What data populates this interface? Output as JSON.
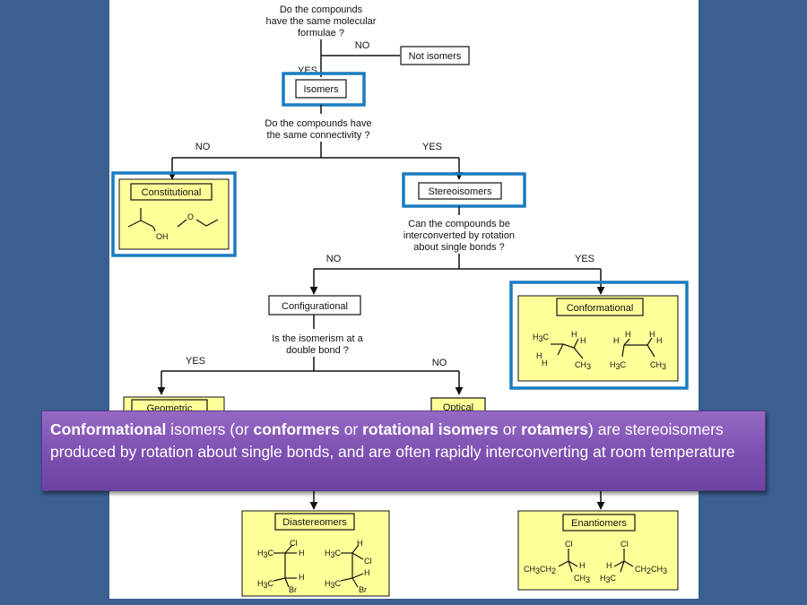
{
  "flowchart": {
    "q1": [
      "Do the compounds",
      "have the same molecular",
      "formulae ?"
    ],
    "q1_no": "NO",
    "not_isomers": "Not isomers",
    "q1_yes": "YES",
    "isomers": "Isomers",
    "q2": [
      "Do the compounds have",
      "the same connectivity ?"
    ],
    "q2_no": "NO",
    "q2_yes": "YES",
    "constitutional": "Constitutional",
    "constitutional_oh": "OH",
    "constitutional_o": "O",
    "stereoisomers": "Stereoisomers",
    "q3": [
      "Can the compounds be",
      "interconverted by rotation",
      "about single bonds ?"
    ],
    "q3_no": "NO",
    "q3_yes": "YES",
    "configurational": "Configurational",
    "conformational": "Conformational",
    "q4": [
      "Is the isomerism at a",
      "double bond ?"
    ],
    "q4_yes": "YES",
    "q4_no": "NO",
    "geometric": "Geometric",
    "optical": "Optical",
    "diastereomers": "Diastereomers",
    "enantiomers": "Enantiomers",
    "chem": {
      "ch3": "CH",
      "h3c": "H",
      "three": "3",
      "h": "H",
      "cl": "Cl",
      "br": "Br",
      "c": "C",
      "ch2": "CH",
      "two": "2"
    }
  },
  "colors": {
    "background": "#3a5f91",
    "box_fill": "#ffff99",
    "highlight": "#1a7bc0",
    "callout": "#7c4fb0"
  },
  "callout": {
    "term1": "Conformational",
    "text1": " isomers (or ",
    "term2": "conformers",
    "text2": " or ",
    "term3": "rotational isomers",
    "text3": " or ",
    "term4": "rotamers",
    "text4": ") are stereoisomers produced by rotation about single bonds, and are often rapidly interconverting at room temperature"
  }
}
